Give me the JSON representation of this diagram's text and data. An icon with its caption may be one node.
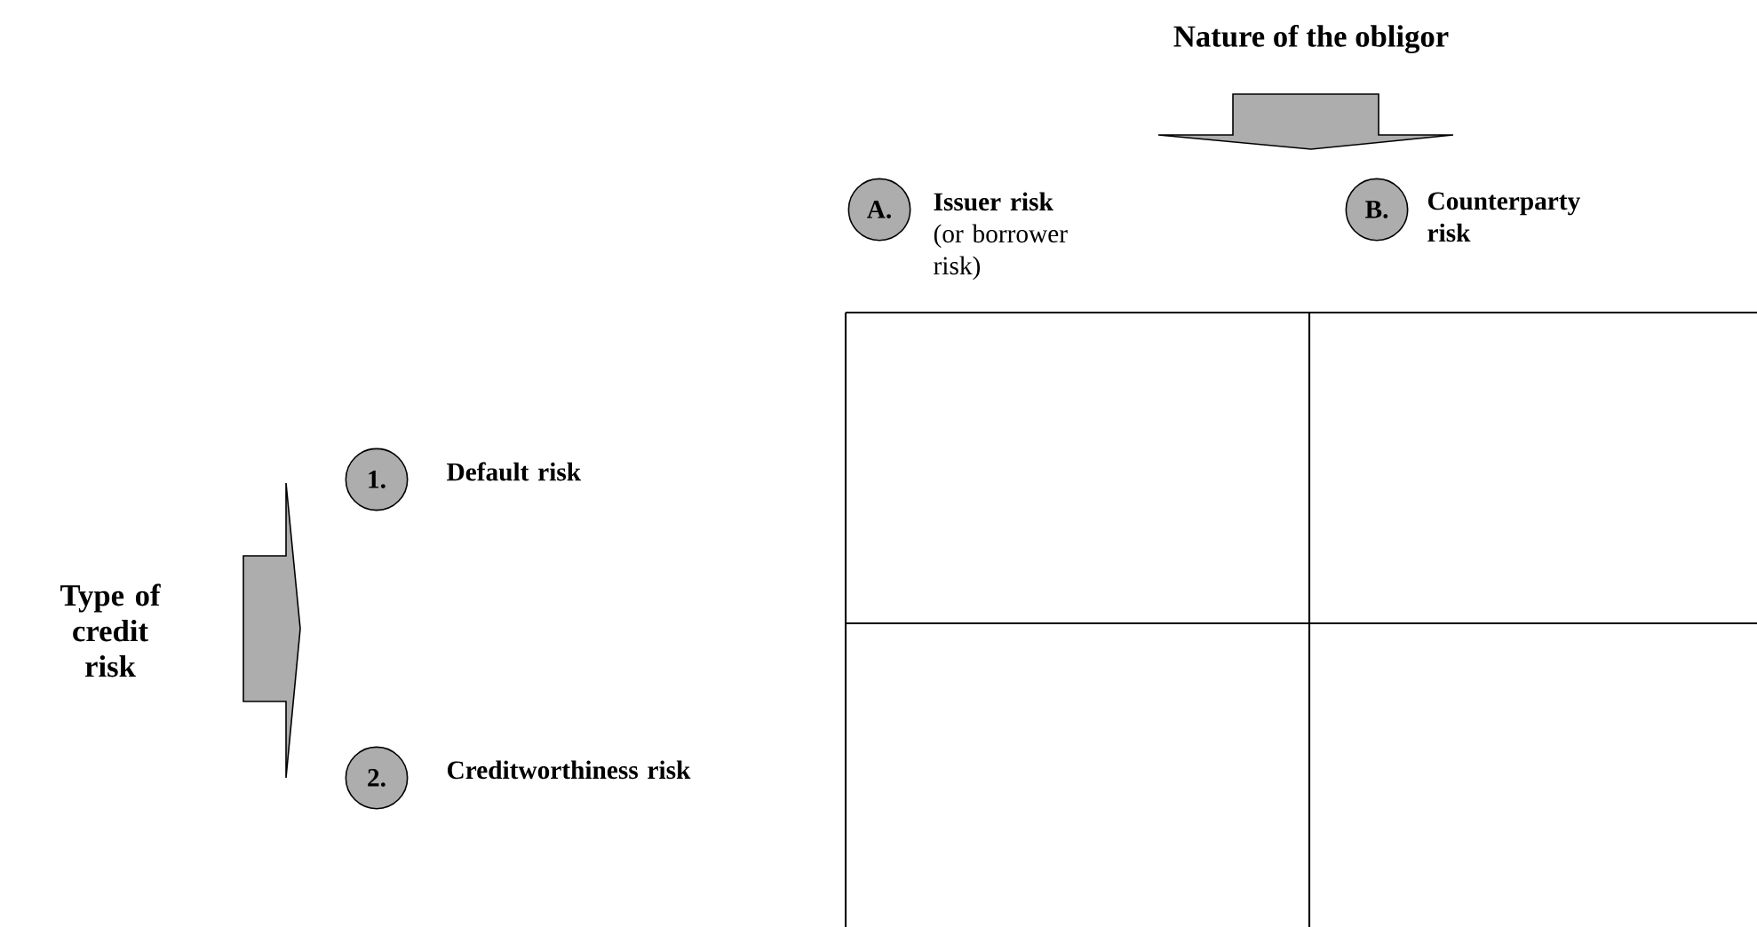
{
  "diagram": {
    "nodes": [
      {
        "text": [
          "A."
        ],
        "beside": [
          "**Issuer risk** (or borrower risk)"
        ]
      },
      {
        "text": [
          "B."
        ],
        "beside": [
          "Counterparty risk"
        ]
      },
      {
        "text": [
          "1."
        ],
        "beside": [
          "Default risk"
        ]
      },
      {
        "text": [
          "2."
        ],
        "beside": [
          "Creditworthiness risk"
        ]
      }
    ],
    "labels": [
      "Nature of the obligor",
      "Type of credit risk"
    ]
  }
}
